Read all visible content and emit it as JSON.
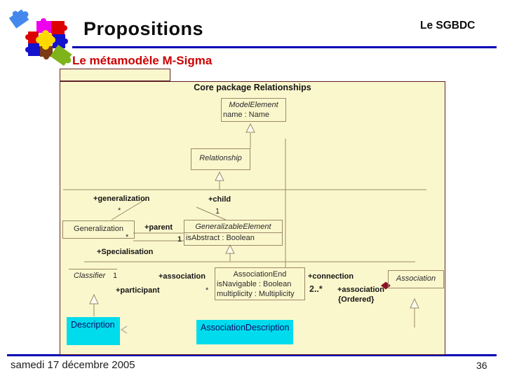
{
  "header": {
    "title": "Propositions",
    "right": "Le SGBDC",
    "subtitle": "Le métamodèle M-Sigma"
  },
  "footer": {
    "date": "samedi 17 décembre 2005",
    "page": "36"
  },
  "colors": {
    "accent_blue": "#0000B3",
    "subtitle_red": "#CC0000",
    "diagram_bg": "#FBF7CD",
    "diagram_border": "#5E2129",
    "diagram_line_tan": "#9A8868",
    "highlight_cyan": "#00DCEC",
    "highlight_text_navy": "#0B0B66",
    "aggregation_diamond_red": "#8C1128"
  },
  "icons": {
    "logo": "puzzle-pieces-logo",
    "note_arrow": "left-open-arrowhead",
    "generalization_arrow": "hollow-triangle-up",
    "aggregation": "filled-diamond"
  },
  "diagram": {
    "title": "Core package Relationships",
    "classes": {
      "model_element": {
        "name": "ModelElement",
        "attr": "name : Name"
      },
      "relationship": {
        "name": "Relationship"
      },
      "generalization": {
        "name": "Generalization"
      },
      "generalizable_element": {
        "name": "GeneralizableElement",
        "attr": "isAbstract : Boolean"
      },
      "classifier": {
        "name": "Classifier"
      },
      "association_end": {
        "name": "AssociationEnd",
        "attr1": "isNavigable : Boolean",
        "attr2": "multiplicity : Multiplicity"
      },
      "association": {
        "name": "Association"
      }
    },
    "labels": {
      "generalization_role": "+generalization",
      "generalization_mult": "*",
      "child_role": "+child",
      "child_mult": "1",
      "parent_role": "+parent",
      "parent_mult": "1",
      "specialisation_role": "+Specialisation",
      "specialisation_mult": "*",
      "classifier_mult": "1",
      "association_role_left": "+association",
      "participant_role": "+participant",
      "participant_mult": "*",
      "connection_role": "+connection",
      "connection_mult": "2..*",
      "association_role_right": "+association",
      "ordered_constraint": "{Ordered}"
    },
    "highlights": {
      "description": "Description",
      "association_description": "AssociationDescription"
    }
  }
}
